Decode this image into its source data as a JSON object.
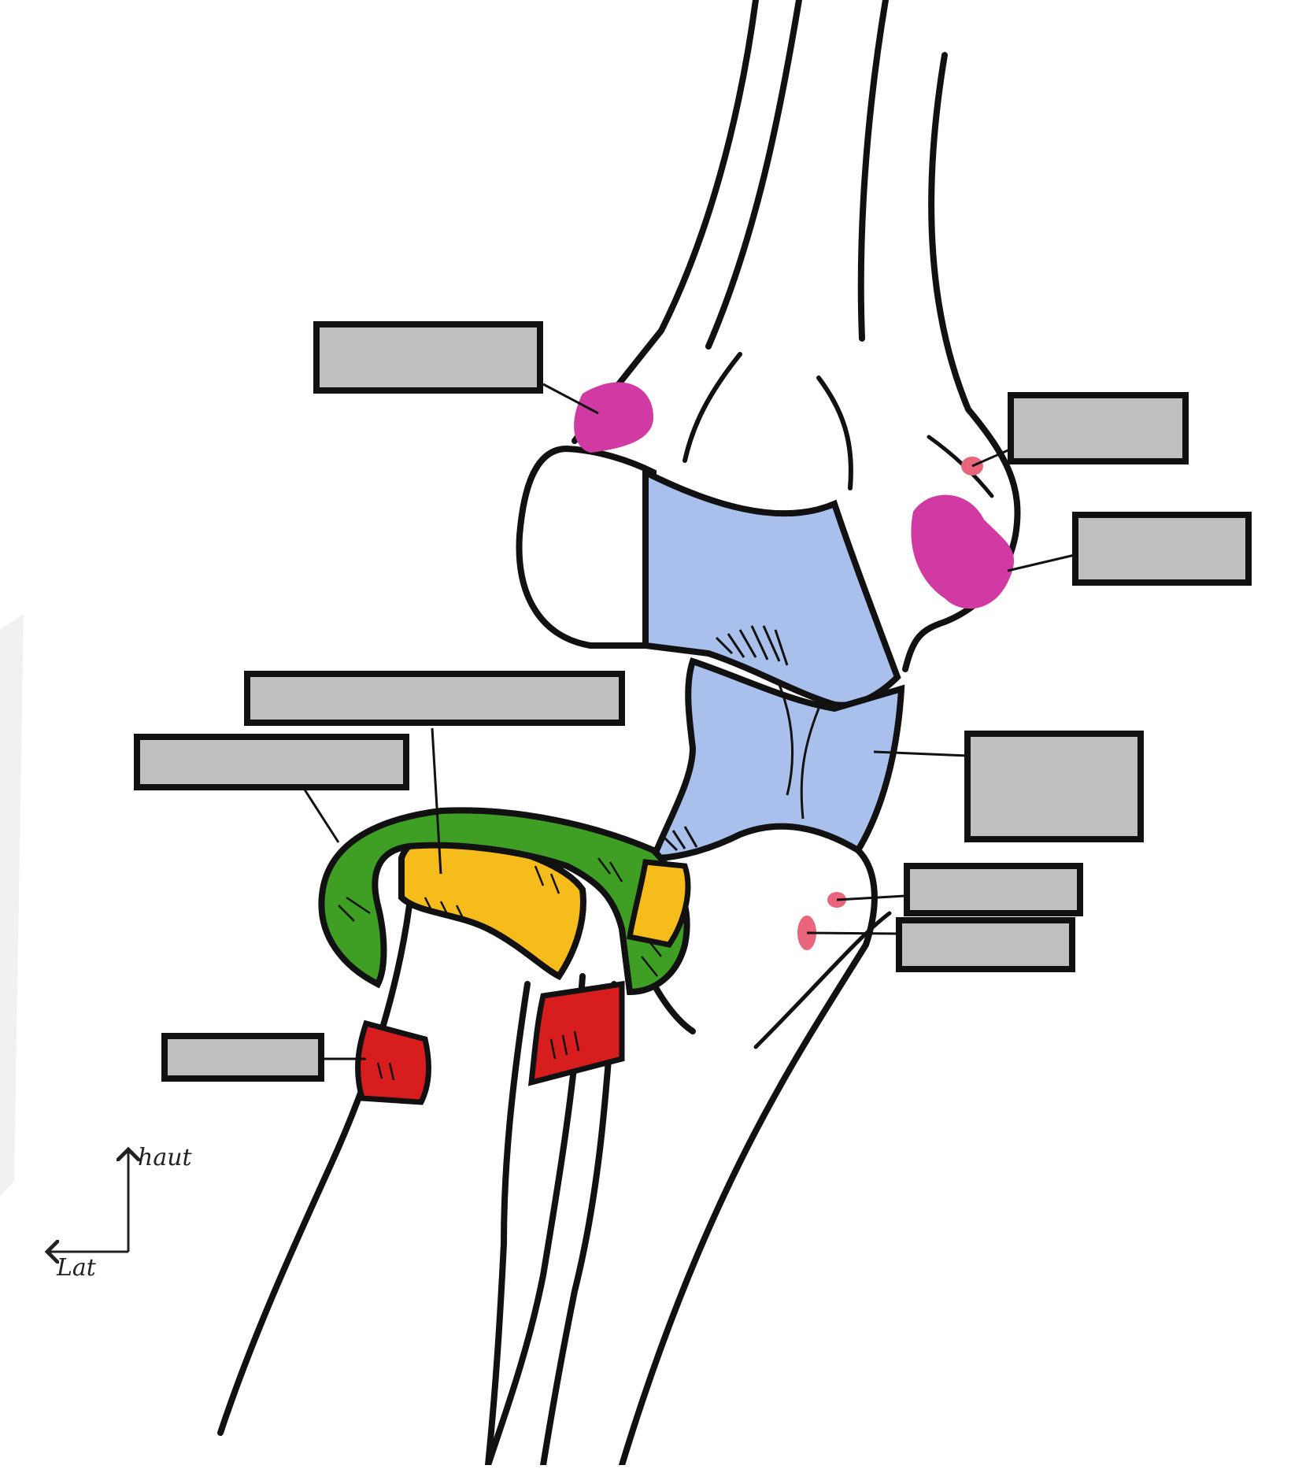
{
  "colors": {
    "background": "#ffffff",
    "outline": "#111111",
    "label_box_fill": "#c0c0c0",
    "articular_blue": "#a9c0ec",
    "epicondyle_magenta": "#d13aa3",
    "small_spot_pink": "#e9657c",
    "annular_green": "#3f9e24",
    "radial_head_yellow": "#f6bc1c",
    "insertion_red": "#d71d1d"
  },
  "label_boxes": [
    {
      "id": "upper-left",
      "text": ""
    },
    {
      "id": "upper-right",
      "text": ""
    },
    {
      "id": "mid-right",
      "text": ""
    },
    {
      "id": "wide-left",
      "text": ""
    },
    {
      "id": "left",
      "text": ""
    },
    {
      "id": "right-tall",
      "text": ""
    },
    {
      "id": "lower-right-1",
      "text": ""
    },
    {
      "id": "lower-right-2",
      "text": ""
    },
    {
      "id": "lower-left",
      "text": ""
    }
  ],
  "orientation": {
    "up_label": "haut",
    "lateral_label": "Lat",
    "up_icon": "arrow-up-icon",
    "lateral_icon": "arrow-left-icon"
  }
}
